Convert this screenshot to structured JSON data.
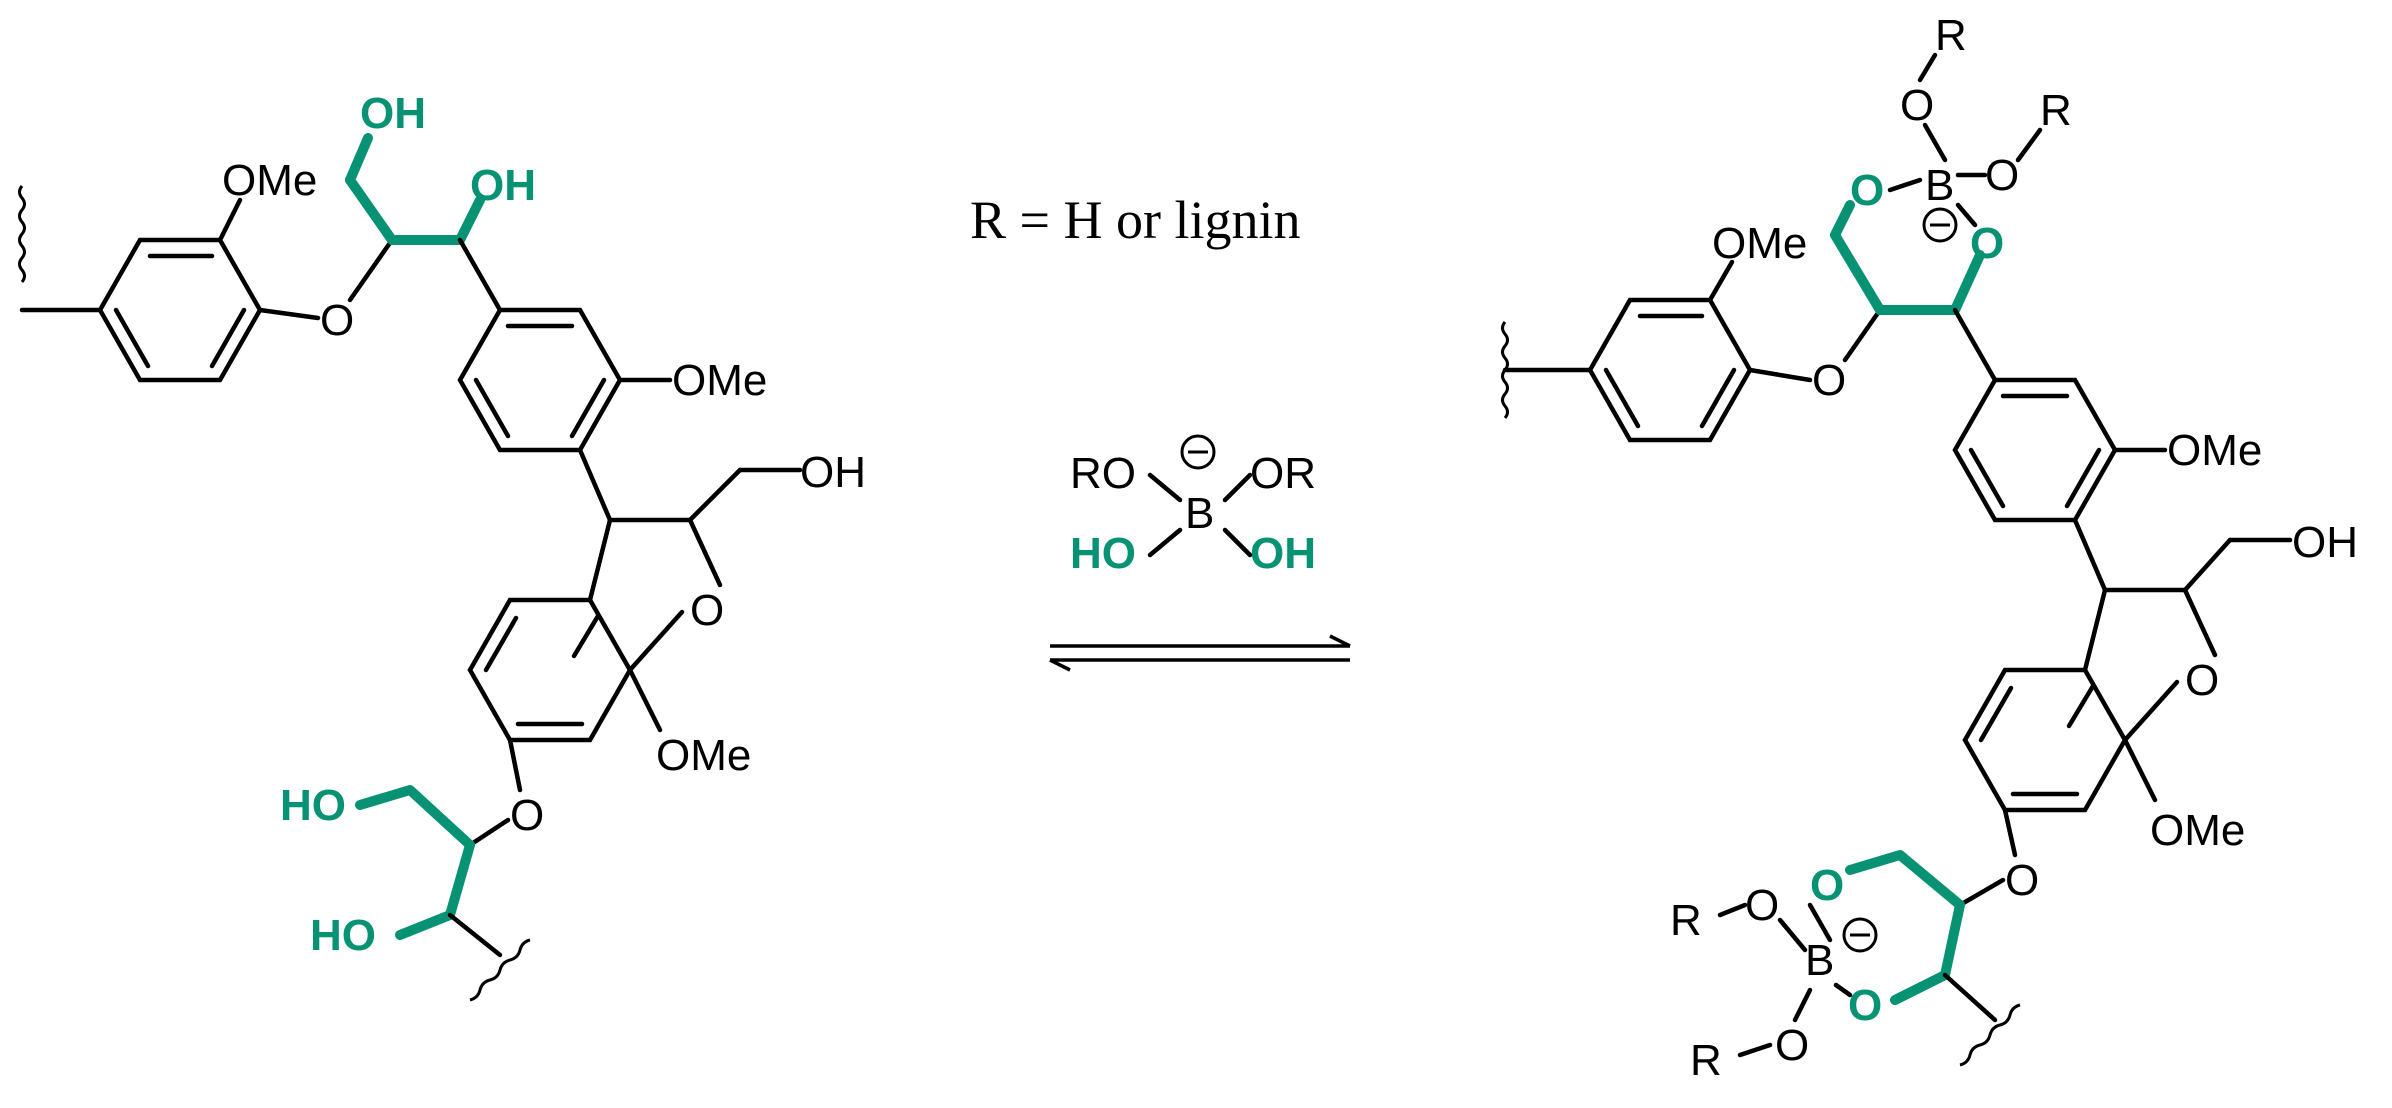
{
  "colors": {
    "highlight": "#079373",
    "ink": "#000000"
  },
  "reaction": {
    "definition": "R = H or lignin",
    "reagent": {
      "row1_left": "RO",
      "center": "B",
      "row1_right": "OR",
      "row2_left": "HO",
      "row2_right": "OH"
    },
    "arrow": "equilibrium"
  },
  "labels": {
    "OMe": "OMe",
    "OMe_short": "OMe",
    "OH": "OH",
    "HO": "HO",
    "O": "O",
    "B": "B",
    "R": "R"
  }
}
